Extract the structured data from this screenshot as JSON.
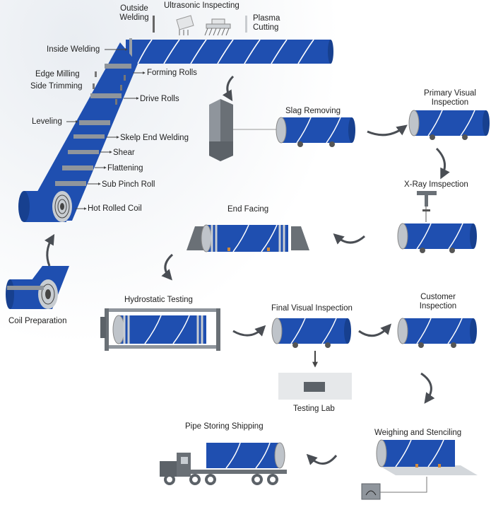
{
  "labels": {
    "outside_welding": "Outside\nWelding",
    "ultrasonic_inspecting": "Ultrasonic Inspecting",
    "plasma_cutting": "Plasma\nCutting",
    "inside_welding": "Inside Welding",
    "edge_milling": "Edge Milling",
    "side_trimming": "Side Trimming",
    "forming_rolls": "Forming Rolls",
    "drive_rolls": "Drive Rolls",
    "leveling": "Leveling",
    "skelp_end_welding": "Skelp End Welding",
    "shear": "Shear",
    "flattening": "Flattening",
    "sub_pinch_roll": "Sub Pinch Roll",
    "hot_rolled_coil": "Hot Rolled Coil",
    "coil_preparation": "Coil  Preparation",
    "slag_removing": "Slag Removing",
    "primary_visual_inspection": "Primary Visual\nInspection",
    "xray_inspection": "X-Ray Imspection",
    "end_facing": "End Facing",
    "hydrostatic_testing": "Hydrostatic Testing",
    "final_visual_inspection": "Final Visual Inspection",
    "customer_inspection": "Customer\nInspection",
    "testing_lab": "Testing Lab",
    "pipe_storing_shipping": "Pipe Storing Shipping",
    "weighing_stenciling": "Weighing and Stenciling"
  },
  "colors": {
    "pipe_blue": "#1f4fb0",
    "pipe_dark": "#17408f",
    "pipe_end": "#bfc4ca",
    "steel": "#8f959c",
    "steel_dark": "#5c6268",
    "arrow": "#4a4e54",
    "lab_box": "#e6e8ea",
    "label_text": "#222222"
  }
}
